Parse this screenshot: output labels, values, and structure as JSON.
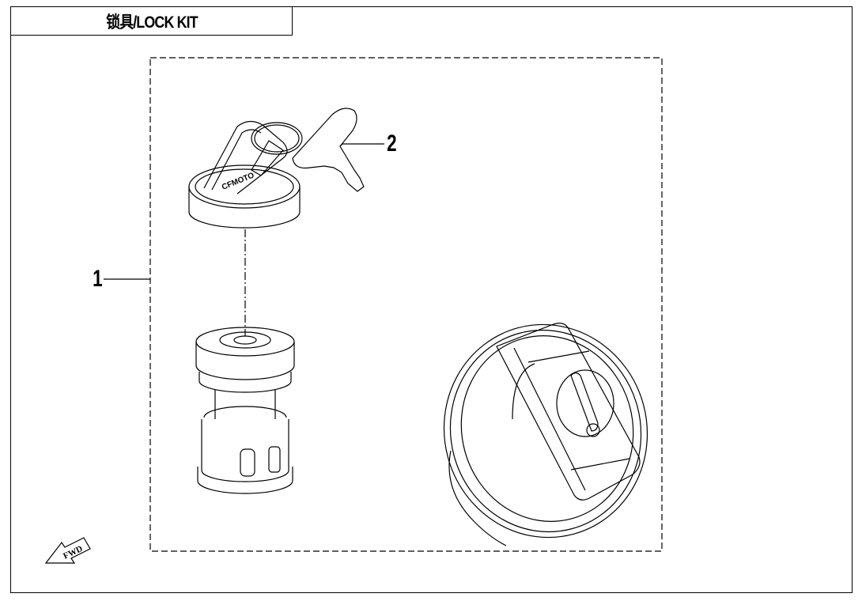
{
  "title": {
    "text": "锁具/LOCK KIT"
  },
  "callouts": [
    {
      "number": "1",
      "target": "lock-kit-assembly"
    },
    {
      "number": "2",
      "target": "key"
    }
  ],
  "parts": {
    "key_fob_brand": "CFMOTO",
    "direction_arrow": "FWD"
  },
  "colors": {
    "line": "#000000",
    "background": "#ffffff"
  }
}
